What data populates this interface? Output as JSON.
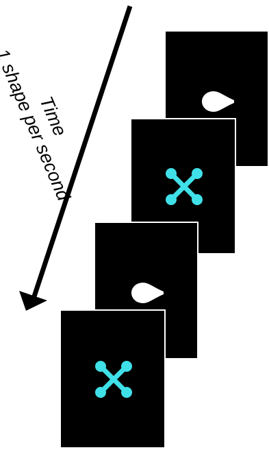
{
  "diagram": {
    "caption_line1": "Time",
    "caption_line2": "1 shape per second",
    "frames": [
      {
        "shape": "teardrop",
        "shape_color": "#ffffff"
      },
      {
        "shape": "cross",
        "shape_color": "#40e0e8"
      },
      {
        "shape": "teardrop",
        "shape_color": "#ffffff"
      },
      {
        "shape": "cross",
        "shape_color": "#40e0e8"
      }
    ],
    "colors": {
      "frame_background": "#000000",
      "frame_border": "#ffffff",
      "arrow": "#000000"
    },
    "icons": {
      "arrow": "time-arrow-icon",
      "teardrop": "teardrop-shape-icon",
      "cross": "cross-shape-icon"
    }
  }
}
